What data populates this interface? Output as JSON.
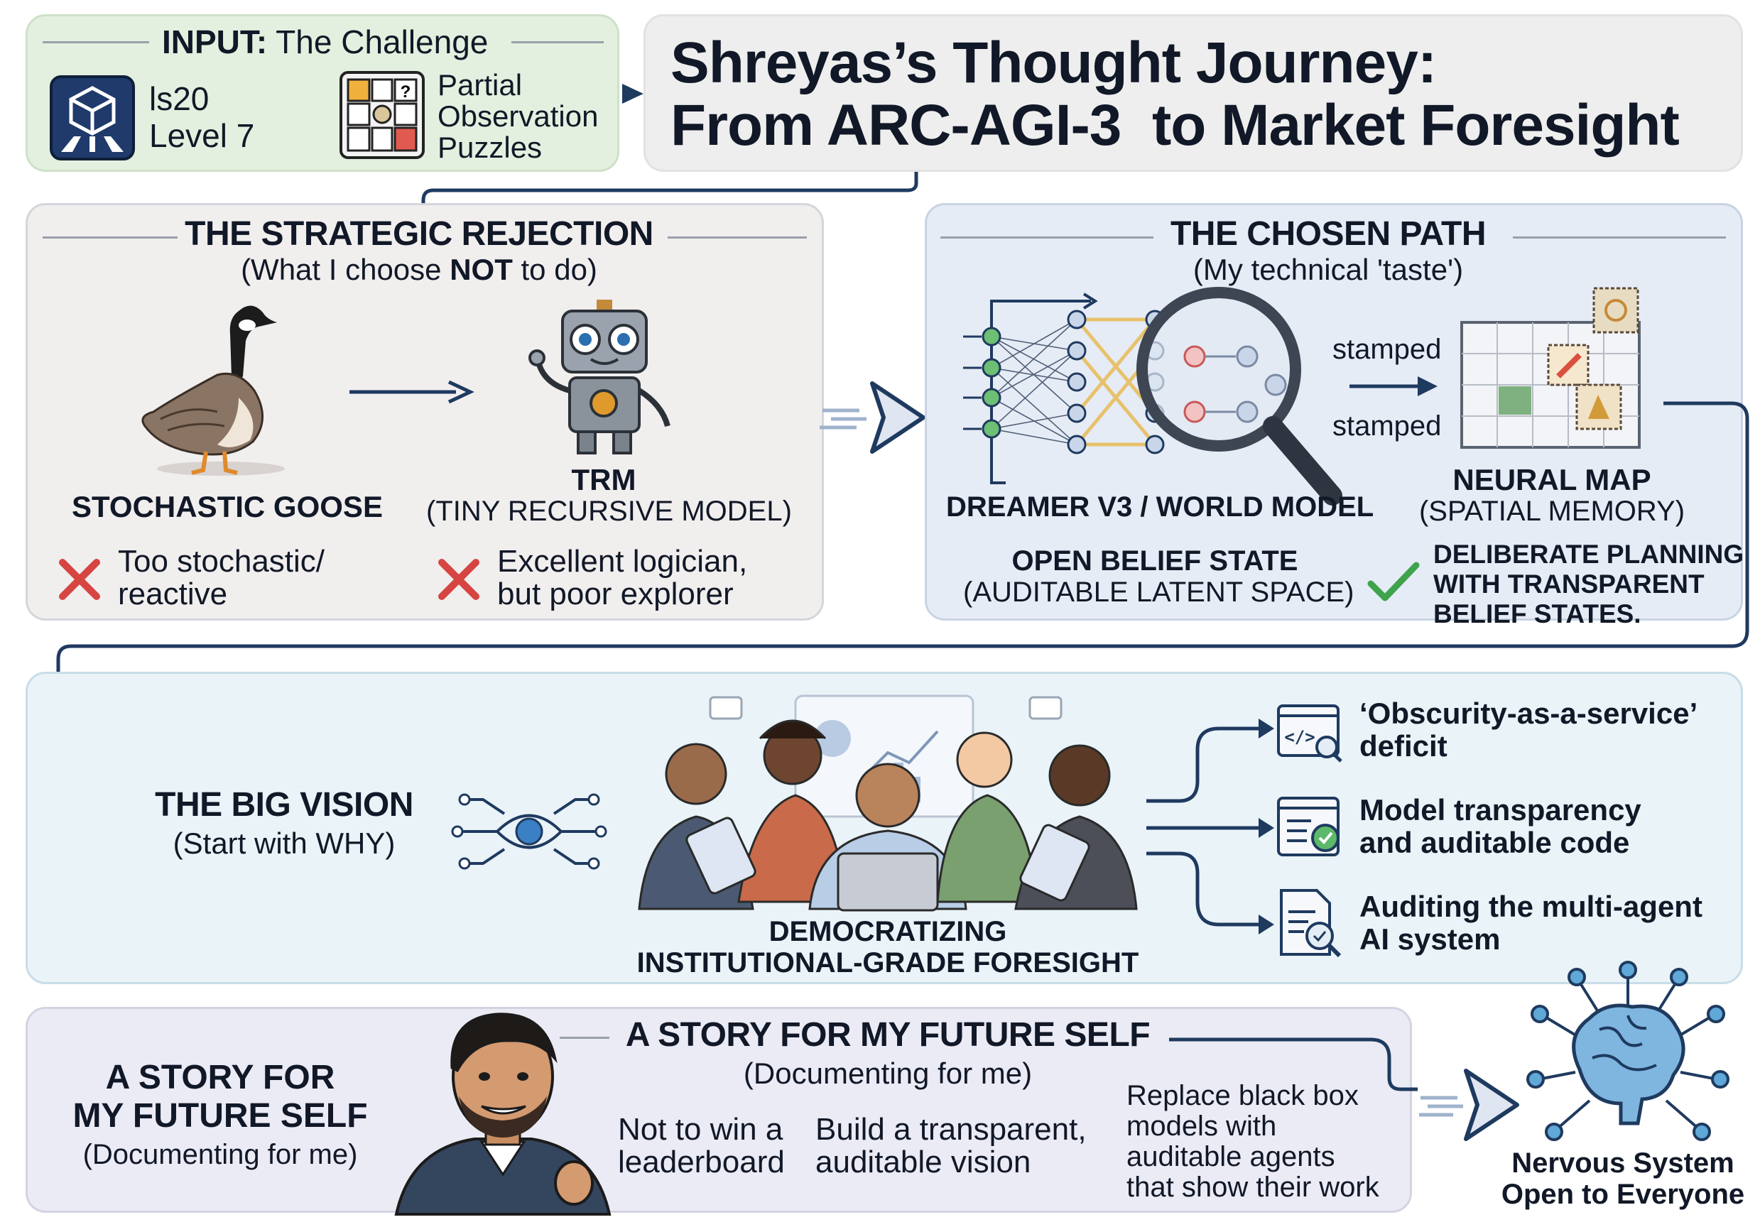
{
  "title": {
    "line1": "Shreyas’s Thought Journey:",
    "line2": "From ARC-AGI-3  to Market Foresight"
  },
  "input": {
    "heading_bold": "INPUT:",
    "heading_rest": " The Challenge",
    "ls20_line1": "ls20",
    "ls20_line2": "Level 7",
    "partial_line1": "Partial",
    "partial_line2": "Observation",
    "partial_line3": "Puzzles"
  },
  "rejection": {
    "heading": "THE STRATEGIC REJECTION",
    "sub_pre": "(What I choose ",
    "sub_bold": "NOT",
    "sub_post": " to do)",
    "goose_label": "STOCHASTIC GOOSE",
    "goose_reason_1": "Too stochastic/",
    "goose_reason_2": "reactive",
    "trm_label": "TRM",
    "trm_sub": "(TINY RECURSIVE MODEL)",
    "trm_reason_1": "Excellent logician,",
    "trm_reason_2": "but poor explorer"
  },
  "chosen": {
    "heading": "THE CHOSEN PATH",
    "sub": "(My technical 'taste')",
    "stamped_1": "stamped",
    "stamped_2": "stamped",
    "dreamer_label": "DREAMER V3 / WORLD MODEL",
    "belief_label": "OPEN BELIEF STATE",
    "belief_sub": "(AUDITABLE LATENT SPACE)",
    "map_label": "NEURAL MAP",
    "map_sub": "(SPATIAL MEMORY)",
    "plan_1": "DELIBERATE PLANNING",
    "plan_2": "WITH TRANSPARENT",
    "plan_3": "BELIEF STATES."
  },
  "vision": {
    "heading": "THE BIG VISION",
    "sub": "(Start with WHY)",
    "center_1": "DEMOCRATIZING",
    "center_2": "INSTITUTIONAL-GRADE FORESIGHT",
    "items": [
      {
        "line1": "‘Obscurity-as-a-service’",
        "line2": "deficit"
      },
      {
        "line1": "Model transparency",
        "line2": "and auditable code"
      },
      {
        "line1": "Auditing the multi-agent",
        "line2": "AI system"
      }
    ]
  },
  "story": {
    "left_1": "A STORY FOR",
    "left_2": "MY FUTURE SELF",
    "left_sub": "(Documenting for me)",
    "heading": "A STORY FOR MY FUTURE SELF",
    "sub": "(Documenting for me)",
    "col1_1": "Not to win a",
    "col1_2": "leaderboard",
    "col2_1": "Build a transparent,",
    "col2_2": "auditable vision",
    "col3_1": "Replace black box",
    "col3_2": "models with",
    "col3_3": "auditable agents",
    "col3_4": "that show their work",
    "brain_1": "Nervous System",
    "brain_2": "Open to Everyone"
  },
  "colors": {
    "navy": "#1f3a5f",
    "red_x": "#d64541",
    "green_check": "#3fa34d",
    "input_bg": "#e3f0df",
    "title_bg": "#eeeeee",
    "reject_bg": "#f1eeee",
    "chosen_bg": "#e6ecf6",
    "vision_bg": "#e9f3f8",
    "story_bg": "#ebebf5"
  }
}
